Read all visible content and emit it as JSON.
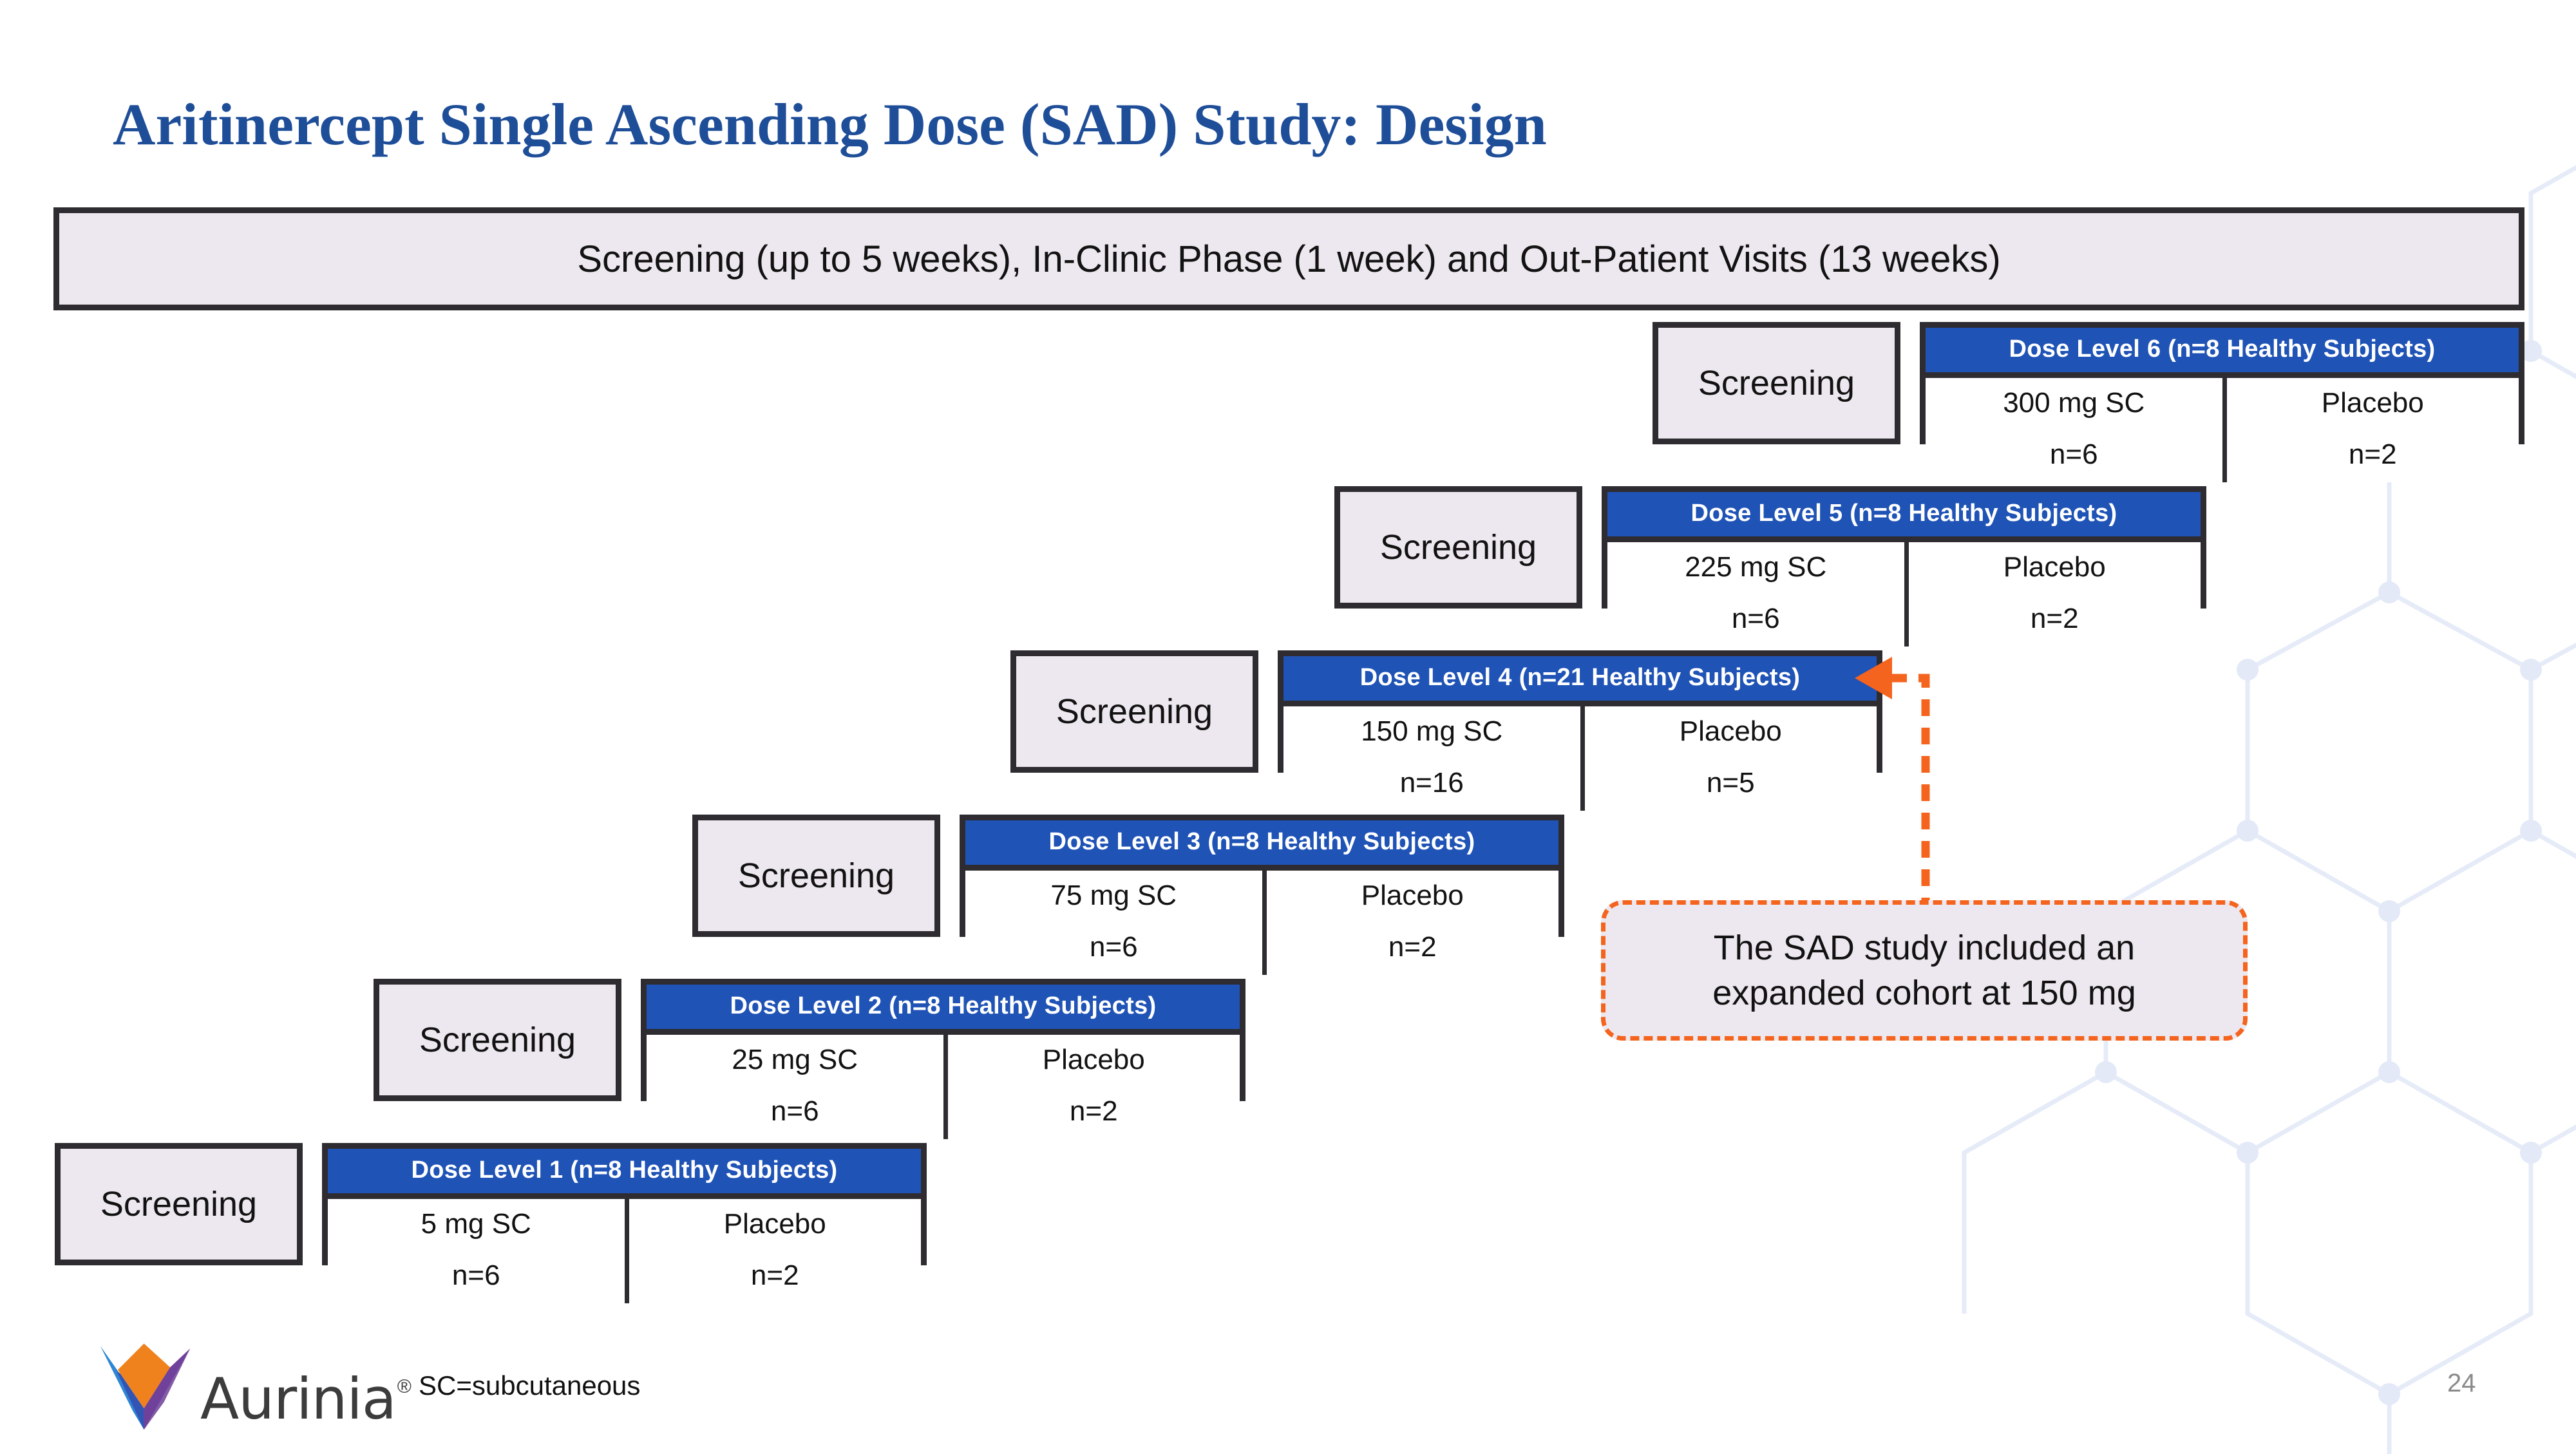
{
  "slide": {
    "title": "Aritinercept Single Ascending Dose (SAD) Study: Design",
    "page_number": "24",
    "accent_blue": "#1f53b5",
    "title_blue": "#1f4e99",
    "box_border": "#2e2c31",
    "box_fill": "#ede8ef",
    "callout_orange": "#f4641e"
  },
  "banner": {
    "text": "Screening (up to 5 weeks), In-Clinic Phase (1 week) and Out-Patient Visits (13 weeks)"
  },
  "screening_label": "Screening",
  "cohorts": [
    {
      "header": "Dose Level 6 (n=8 Healthy Subjects)",
      "arms": [
        {
          "label": "300 mg SC",
          "n": "n=6"
        },
        {
          "label": "Placebo",
          "n": "n=2"
        }
      ]
    },
    {
      "header": "Dose Level 5 (n=8 Healthy Subjects)",
      "arms": [
        {
          "label": "225 mg SC",
          "n": "n=6"
        },
        {
          "label": "Placebo",
          "n": "n=2"
        }
      ]
    },
    {
      "header": "Dose Level 4 (n=21 Healthy Subjects)",
      "arms": [
        {
          "label": "150 mg SC",
          "n": "n=16"
        },
        {
          "label": "Placebo",
          "n": "n=5"
        }
      ]
    },
    {
      "header": "Dose Level 3 (n=8 Healthy Subjects)",
      "arms": [
        {
          "label": "75 mg SC",
          "n": "n=6"
        },
        {
          "label": "Placebo",
          "n": "n=2"
        }
      ]
    },
    {
      "header": "Dose Level 2 (n=8 Healthy Subjects)",
      "arms": [
        {
          "label": "25 mg SC",
          "n": "n=6"
        },
        {
          "label": "Placebo",
          "n": "n=2"
        }
      ]
    },
    {
      "header": "Dose Level 1 (n=8 Healthy Subjects)",
      "arms": [
        {
          "label": "5 mg SC",
          "n": "n=6"
        },
        {
          "label": "Placebo",
          "n": "n=2"
        }
      ]
    }
  ],
  "callout": {
    "line1": "The SAD study included an",
    "line2": "expanded cohort at 150 mg"
  },
  "footer": {
    "logo_word": "Aurinia",
    "logo_registered": "®",
    "note": "SC=subcutaneous"
  }
}
